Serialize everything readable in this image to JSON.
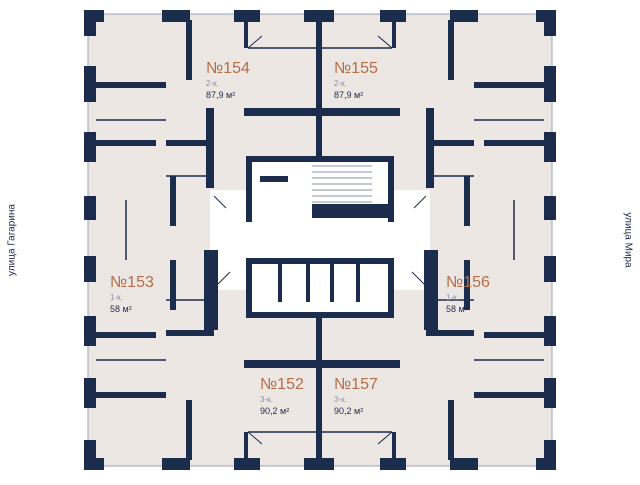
{
  "streets": {
    "left": "улица Гагарина",
    "right": "улица Мира"
  },
  "apartments": [
    {
      "number": "№154",
      "type": "2-к.",
      "area": "87,9 м²"
    },
    {
      "number": "№155",
      "type": "2-к.",
      "area": "87,9 м²"
    },
    {
      "number": "№153",
      "type": "1-к.",
      "area": "58 м²"
    },
    {
      "number": "№156",
      "type": "1-к.",
      "area": "58 м²"
    },
    {
      "number": "№152",
      "type": "3-к.",
      "area": "90,2 м²"
    },
    {
      "number": "№157",
      "type": "3-к.",
      "area": "90,2 м²"
    }
  ],
  "colors": {
    "wall": "#1c2c4c",
    "room": "#ede7e3",
    "core": "#ffffff",
    "number": "#b36d48"
  }
}
